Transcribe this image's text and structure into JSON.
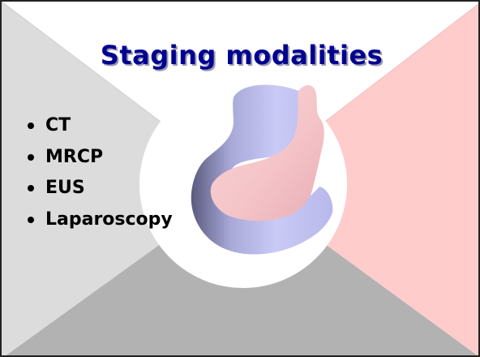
{
  "slide": {
    "title": "Staging modalities",
    "bullets": [
      {
        "label": "CT"
      },
      {
        "label": "MRCP"
      },
      {
        "label": "EUS"
      },
      {
        "label": "Laparoscopy"
      }
    ]
  },
  "colors": {
    "title": "#000090",
    "left_panel": "#dcdcdc",
    "right_panel": "#ffcccc",
    "bottom_panel": "#b2b2b2",
    "top_panel": "#ffffff",
    "stomach": "#c9c9f7",
    "pancreas": "#f6c8cc"
  }
}
